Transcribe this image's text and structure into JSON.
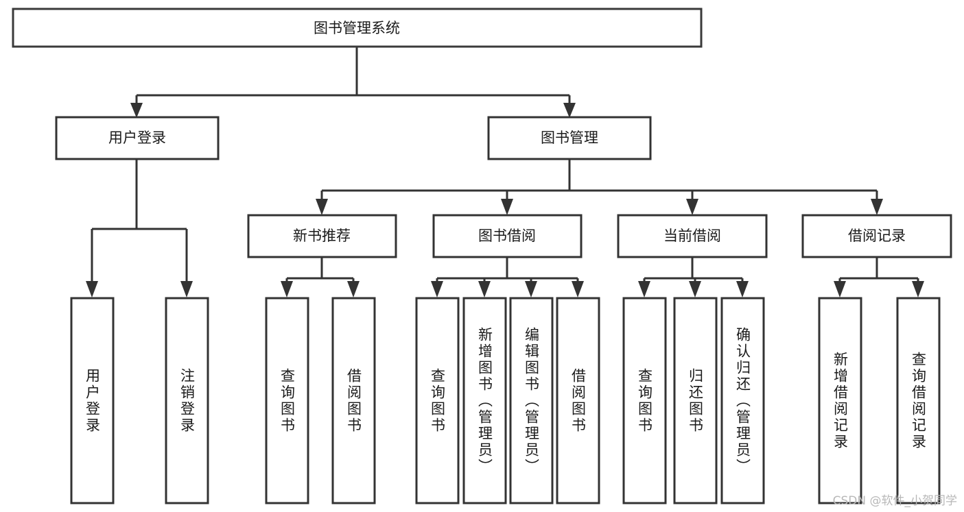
{
  "diagram": {
    "title": "图书管理系统",
    "type": "tree",
    "root": {
      "id": "root",
      "label": "图书管理系统",
      "orientation": "horizontal"
    },
    "level2": [
      {
        "id": "user-login",
        "label": "用户登录",
        "orientation": "horizontal"
      },
      {
        "id": "book-management",
        "label": "图书管理",
        "orientation": "horizontal"
      }
    ],
    "level3": [
      {
        "id": "new-book-recommend",
        "label": "新书推荐",
        "orientation": "horizontal",
        "parent": "book-management"
      },
      {
        "id": "book-borrow",
        "label": "图书借阅",
        "orientation": "horizontal",
        "parent": "book-management"
      },
      {
        "id": "current-borrow",
        "label": "当前借阅",
        "orientation": "horizontal",
        "parent": "book-management"
      },
      {
        "id": "borrow-record",
        "label": "借阅记录",
        "orientation": "horizontal",
        "parent": "book-management"
      }
    ],
    "leaves": [
      {
        "id": "leaf-user-login",
        "label": "用户登录",
        "parent": "user-login",
        "orientation": "vertical"
      },
      {
        "id": "leaf-user-logout",
        "label": "注销登录",
        "parent": "user-login",
        "orientation": "vertical"
      },
      {
        "id": "leaf-query-book-1",
        "label": "查询图书",
        "parent": "new-book-recommend",
        "orientation": "vertical"
      },
      {
        "id": "leaf-borrow-book-1",
        "label": "借阅图书",
        "parent": "new-book-recommend",
        "orientation": "vertical"
      },
      {
        "id": "leaf-query-book-2",
        "label": "查询图书",
        "parent": "book-borrow",
        "orientation": "vertical"
      },
      {
        "id": "leaf-add-book",
        "label": "新增图书（管理员）",
        "parent": "book-borrow",
        "orientation": "vertical"
      },
      {
        "id": "leaf-edit-book",
        "label": "编辑图书（管理员）",
        "parent": "book-borrow",
        "orientation": "vertical"
      },
      {
        "id": "leaf-borrow-book-2",
        "label": "借阅图书",
        "parent": "book-borrow",
        "orientation": "vertical"
      },
      {
        "id": "leaf-query-book-3",
        "label": "查询图书",
        "parent": "current-borrow",
        "orientation": "vertical"
      },
      {
        "id": "leaf-return-book",
        "label": "归还图书",
        "parent": "current-borrow",
        "orientation": "vertical"
      },
      {
        "id": "leaf-confirm-return",
        "label": "确认归还（管理员）",
        "parent": "current-borrow",
        "orientation": "vertical"
      },
      {
        "id": "leaf-add-record",
        "label": "新增借阅记录",
        "parent": "borrow-record",
        "orientation": "vertical"
      },
      {
        "id": "leaf-query-record",
        "label": "查询借阅记录",
        "parent": "borrow-record",
        "orientation": "vertical"
      }
    ],
    "watermark": "CSDN @软件_小贺同学",
    "colors": {
      "box_stroke": "#333333",
      "box_fill": "#ffffff",
      "text": "#1a1a1a",
      "connector": "#333333",
      "watermark": "#b8b8b8",
      "background": "#ffffff"
    }
  }
}
